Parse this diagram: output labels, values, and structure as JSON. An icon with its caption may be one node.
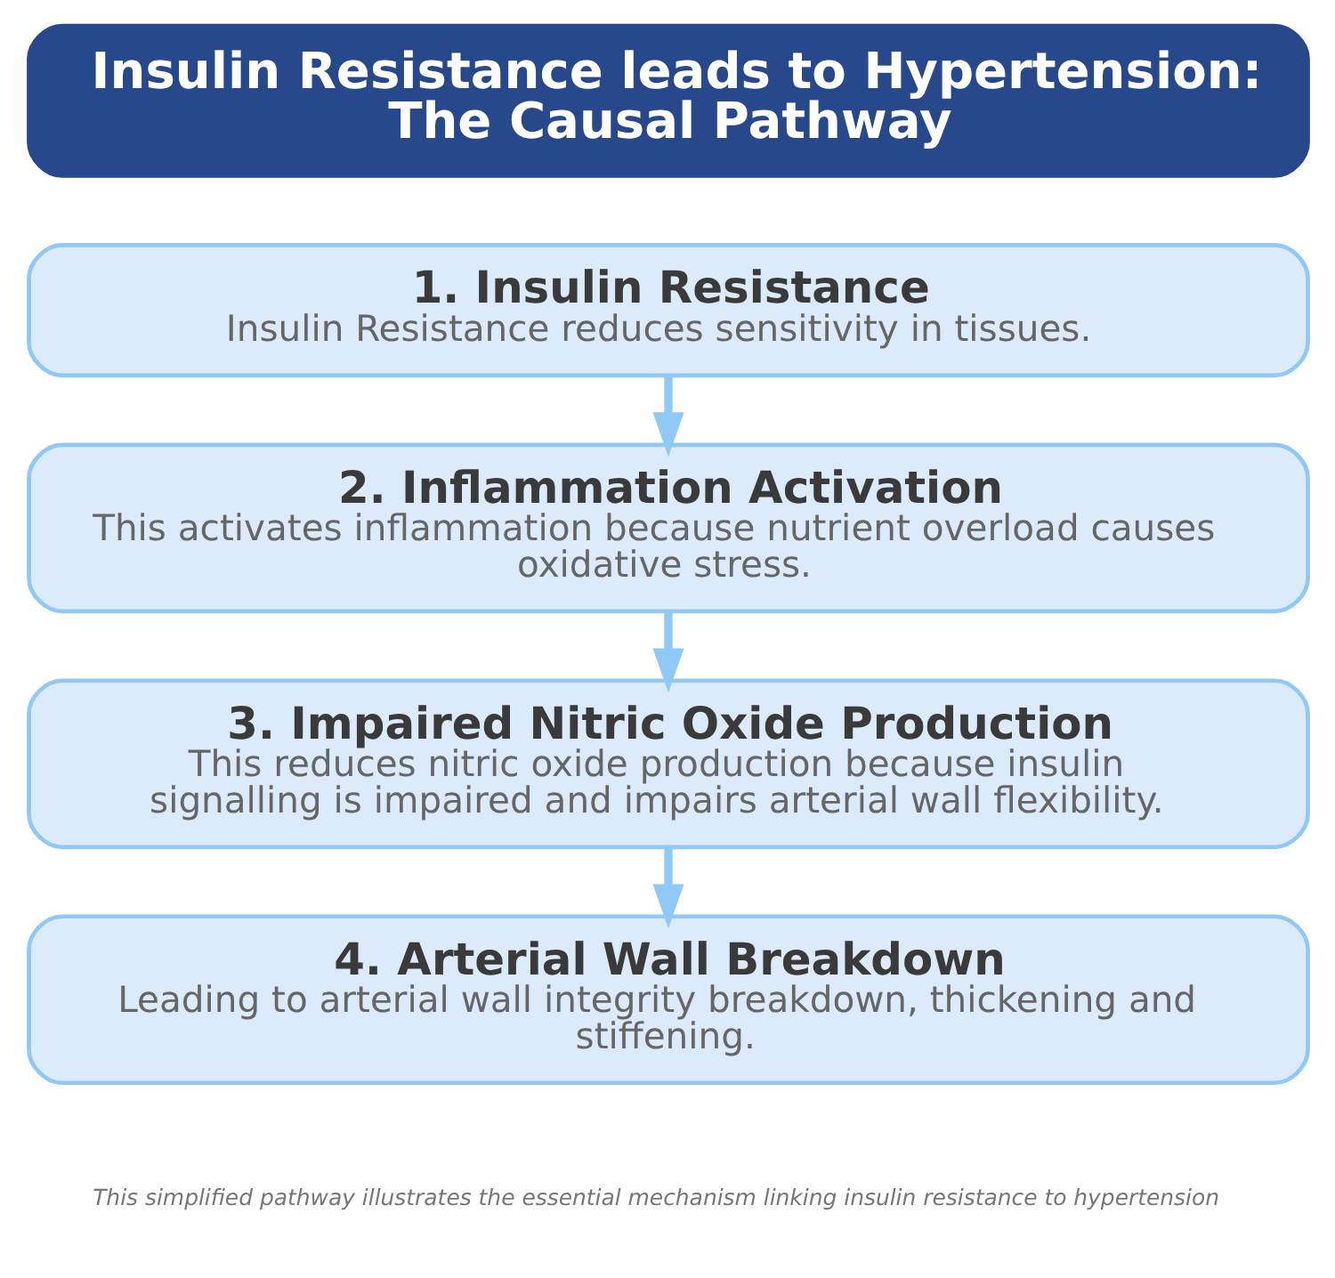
{
  "diagram": {
    "title": "Insulin Resistance leads to Hypertension: The Causal Pathway",
    "nodes": [
      {
        "text": [
          "1. Insulin Resistance",
          "Insulin Resistance reduces sensitivity in tissues."
        ]
      },
      {
        "text": [
          "2. Inflammation Activation",
          "This activates inflammation because nutrient overload causes oxidative stress."
        ]
      },
      {
        "text": [
          "3. Impaired Nitric Oxide Production",
          "This reduces nitric oxide production because insulin signalling is impaired and impairs arterial wall flexibility."
        ]
      },
      {
        "text": [
          "4. Arterial Wall Breakdown",
          "Leading to arterial wall integrity breakdown, thickening and stiffening."
        ]
      }
    ],
    "edges": [
      {
        "from": 0,
        "to": 1,
        "arrow": "to"
      },
      {
        "from": 1,
        "to": 2,
        "arrow": "to"
      },
      {
        "from": 2,
        "to": 3,
        "arrow": "to"
      }
    ],
    "labels": [
      "This simplified pathway illustrates the essential mechanism linking insulin resistance to hypertension"
    ]
  }
}
